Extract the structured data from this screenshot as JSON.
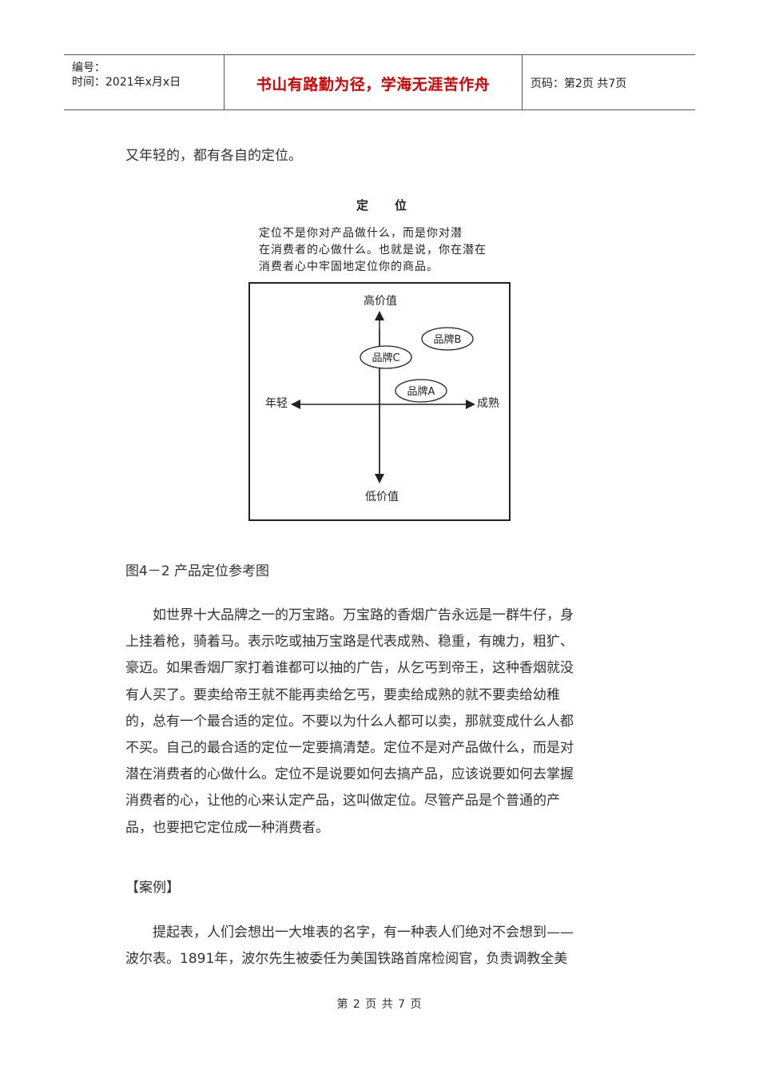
{
  "header": {
    "number_label": "编号：",
    "time_label": "时间：2021年x月x日",
    "motto": "书山有路勤为径，学海无涯苦作舟",
    "page_info": "页码：第2页  共7页"
  },
  "intro_line": "又年轻的，都有各自的定位。",
  "figure": {
    "title": "定位",
    "description_lines": [
      "定位不是你对产品做什么，而是你对潜",
      "在消费者的心做什么。也就是说，你在潜在",
      "消费者心中牢固地定位你的商品。"
    ],
    "axis_top": "高价值",
    "axis_bottom": "低价值",
    "axis_left": "年轻",
    "axis_right": "成熟",
    "brand_a": "品牌A",
    "brand_b": "品牌B",
    "brand_c": "品牌C",
    "caption": "图4－2  产品定位参考图"
  },
  "paragraph1": [
    "　　如世界十大品牌之一的万宝路。万宝路的香烟广告永远是一群牛仔，身",
    "上挂着枪，骑着马。表示吃或抽万宝路是代表成熟、稳重，有魄力，粗犷、",
    "豪迈。如果香烟厂家打着谁都可以抽的广告，从乞丐到帝王，这种香烟就没",
    "有人买了。要卖给帝王就不能再卖给乞丐，要卖给成熟的就不要卖给幼稚",
    "的，总有一个最合适的定位。不要以为什么人都可以卖，那就变成什么人都",
    "不买。自己的最合适的定位一定要搞清楚。定位不是对产品做什么，而是对",
    "潜在消费者的心做什么。定位不是说要如何去搞产品，应该说要如何去掌握",
    "消费者的心，让他的心来认定产品，这叫做定位。尽管产品是个普通的产",
    "品，也要把它定位成一种消费者。"
  ],
  "case_heading": "【案例】",
  "paragraph2": [
    "　　提起表，人们会想出一大堆表的名字，有一种表人们绝对不会想到——",
    "波尔表。1891年，波尔先生被委任为美国铁路首席检阅官，负责调教全美"
  ],
  "footer": "第 2 页 共 7 页"
}
